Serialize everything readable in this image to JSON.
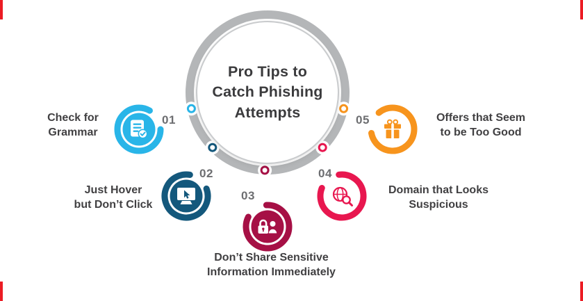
{
  "title": {
    "full": "Pro Tips to Catch Phishing Attempts",
    "lines": [
      "Pro Tips to",
      "Catch Phishing",
      "Attempts"
    ]
  },
  "items": [
    {
      "number": "01",
      "label": "Check for Grammar",
      "lines": [
        "Check for",
        "Grammar"
      ],
      "color": "#29b5e8",
      "icon": "document-check-icon"
    },
    {
      "number": "02",
      "label": "Just Hover but Don’t Click",
      "lines": [
        "Just Hover",
        "but Don’t Click"
      ],
      "color": "#14587c",
      "icon": "monitor-cursor-icon"
    },
    {
      "number": "03",
      "label": "Don’t Share Sensitive Information Immediately",
      "lines": [
        "Don’t Share Sensitive",
        "Information Immediately"
      ],
      "color": "#a61045",
      "icon": "lock-user-icon"
    },
    {
      "number": "04",
      "label": "Domain that Looks Suspicious",
      "lines": [
        "Domain that Looks",
        "Suspicious"
      ],
      "color": "#e8174f",
      "icon": "globe-search-icon"
    },
    {
      "number": "05",
      "label": "Offers that Seem to be Too Good",
      "lines": [
        "Offers that Seem",
        "to be Too Good"
      ],
      "color": "#f7941d",
      "icon": "gift-icon"
    }
  ],
  "decor": {
    "ring_color": "#b4b6b8",
    "corner_mark_color": "#ec1c24",
    "circle_border_color": "#c9cbcd",
    "number_color": "#6d6e71",
    "label_color": "#414042",
    "title_color": "#3b3b3d",
    "background": "#ffffff"
  }
}
